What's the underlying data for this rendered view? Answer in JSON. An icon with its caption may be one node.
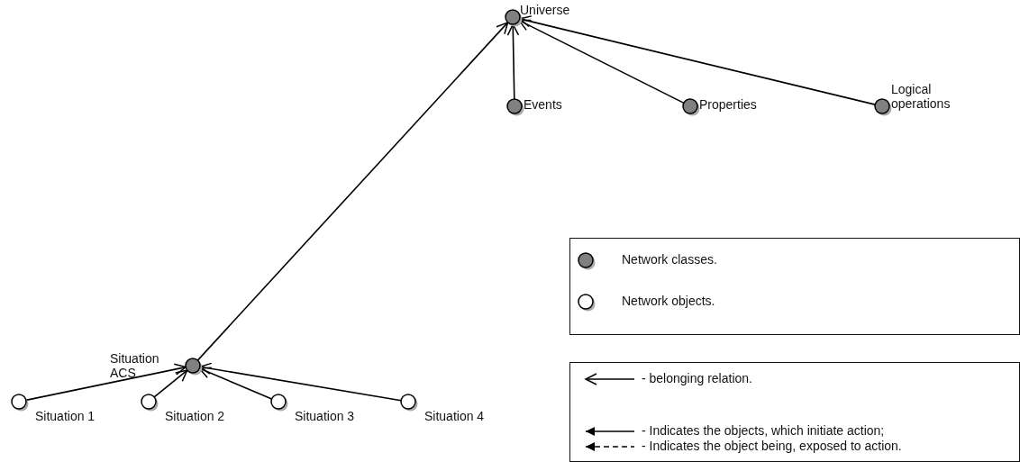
{
  "diagram": {
    "nodes": [
      {
        "text": [
          "Universe"
        ]
      },
      {
        "text": [
          "Events"
        ]
      },
      {
        "text": [
          "Properties"
        ]
      },
      {
        "text": [
          "Logical operations"
        ]
      },
      {
        "text": [
          "Situation ACS"
        ]
      },
      {
        "text": [
          "Situation 1"
        ]
      },
      {
        "text": [
          "Situation 2"
        ]
      },
      {
        "text": [
          "Situation 3"
        ]
      },
      {
        "text": [
          "Situation 4"
        ]
      }
    ],
    "edges": [
      {
        "from": 1,
        "to": 0,
        "arrow": "to"
      },
      {
        "from": 2,
        "to": 0,
        "arrow": "to"
      },
      {
        "from": 3,
        "to": 0,
        "arrow": "to"
      },
      {
        "from": 4,
        "to": 0,
        "arrow": "to"
      },
      {
        "from": 5,
        "to": 4,
        "arrow": "to"
      },
      {
        "from": 6,
        "to": 4,
        "arrow": "to"
      },
      {
        "from": 7,
        "to": 4,
        "arrow": "to"
      },
      {
        "from": 8,
        "to": 4,
        "arrow": "to"
      }
    ],
    "legend": [
      {
        "text": "Network classes.",
        "color": "#808080"
      },
      {
        "text": "Network objects.",
        "color": "#ffffff"
      },
      {
        "text": "- belonging relation."
      },
      {
        "text": "- Indicates the objects, which initiate action;"
      },
      {
        "text": "- Indicates the object being, exposed to action."
      }
    ]
  }
}
